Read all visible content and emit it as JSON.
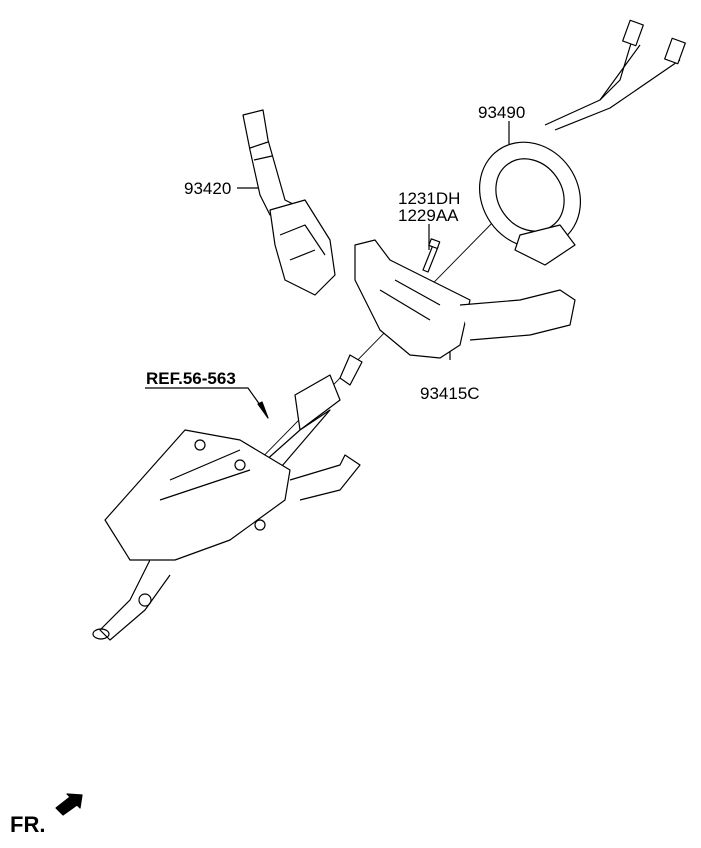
{
  "labels": {
    "p93490": "93490",
    "p93420": "93420",
    "p1231DH": "1231DH",
    "p1229AA": "1229AA",
    "p93415C": "93415C",
    "ref": "REF.56-563",
    "fr": "FR."
  }
}
